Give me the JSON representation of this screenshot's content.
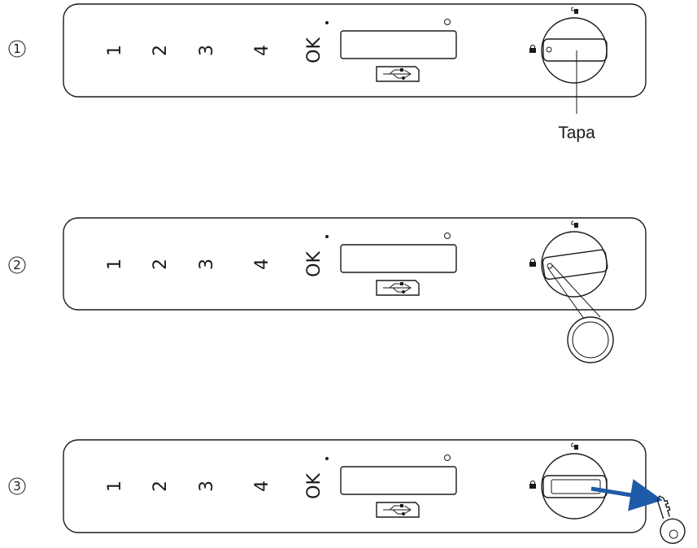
{
  "steps": [
    {
      "number": "1",
      "button_labels": [
        "1",
        "2",
        "3",
        "4",
        "OK"
      ],
      "callout": "Tapa"
    },
    {
      "number": "2",
      "button_labels": [
        "1",
        "2",
        "3",
        "4",
        "OK"
      ]
    },
    {
      "number": "3",
      "button_labels": [
        "1",
        "2",
        "3",
        "4",
        "OK"
      ]
    }
  ],
  "colors": {
    "line": "#1a1a1a",
    "arrow": "#1f5aa8",
    "background": "#ffffff"
  },
  "icons": [
    "usb-icon",
    "lock-closed-icon",
    "lock-open-icon",
    "coin-icon",
    "key-icon",
    "arrow-right-icon"
  ]
}
